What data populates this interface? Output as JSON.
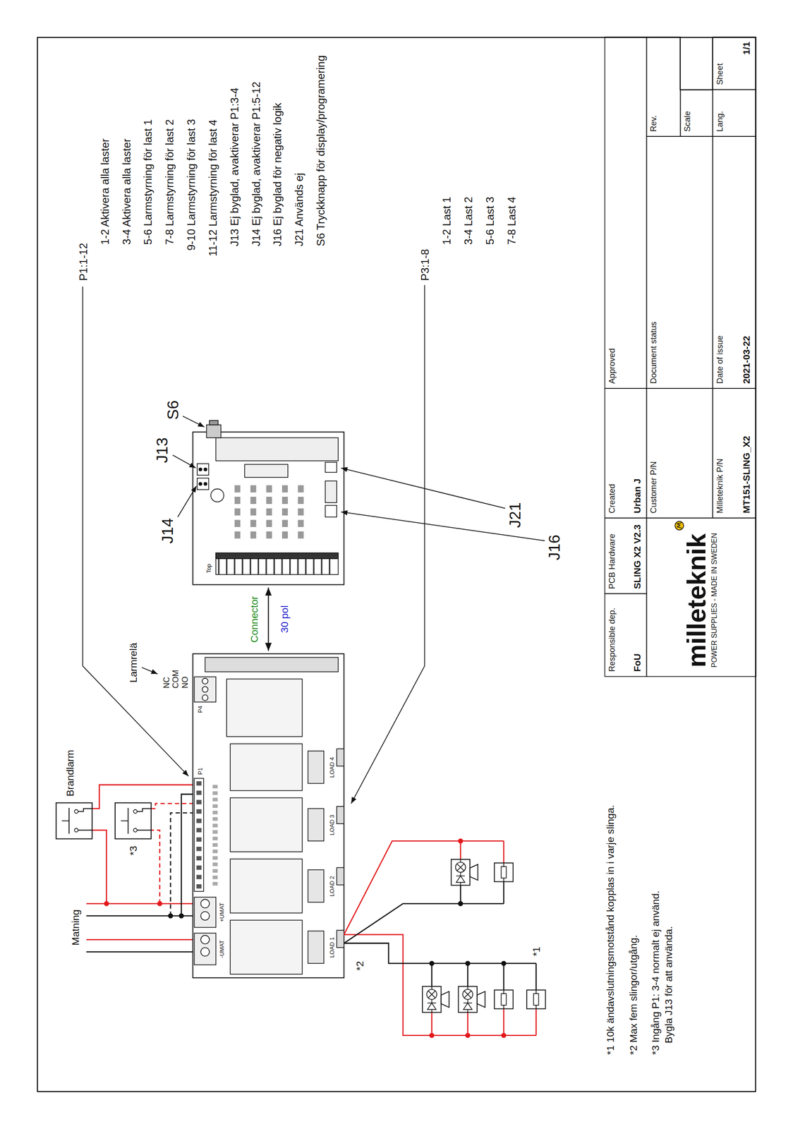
{
  "diagram": {
    "nodes": [
      {
        "text": [
          "Responsible dep.",
          "FoU"
        ]
      },
      {
        "text": [
          "PCB Hardware",
          "SLING X2 V2.3"
        ]
      },
      {
        "text": [
          "Created",
          "Urban J"
        ]
      },
      {
        "text": [
          "Approved"
        ]
      },
      {
        "text": [
          "milleteknik",
          "POWER SUPPLIES - MADE IN SWEDEN"
        ]
      },
      {
        "text": [
          "Customer P/N"
        ]
      },
      {
        "text": [
          "Milleteknik P/N",
          "MT151-SLING_X2"
        ]
      },
      {
        "text": [
          "Document status"
        ]
      },
      {
        "text": [
          "Date of issue",
          "2021-03-22"
        ]
      },
      {
        "text": [
          "Rev."
        ]
      },
      {
        "text": [
          "Scale"
        ]
      },
      {
        "text": [
          "Lang."
        ]
      },
      {
        "text": [
          "Sheet",
          "1/1"
        ]
      }
    ],
    "labels": [
      "P1:1-12",
      "1-2 Aktivera alla laster",
      "3-4 Aktivera alla laster",
      "5-6 Larmstyrning för last 1",
      "7-8 Larmstyrning för last 2",
      "9-10 Larmstyrning för last 3",
      "11-12 Larmstyrning för last 4",
      "J13 Ej byglad, avaktiverar P1:3-4",
      "J14 Ej byglad, avaktiverar P1:5-12",
      "J16 Ej byglad för negativ logik",
      "J21 Används ej",
      "S6 Tryckknapp för display/programering",
      "P3:1-8",
      "1-2 Last 1",
      "3-4 Last 2",
      "5-6 Last 3",
      "7-8 Last 4",
      "S6",
      "J13",
      "J14",
      "J21",
      "J16",
      "Connector",
      "30 pol",
      "Larmrelä",
      "NC",
      "COM",
      "NO",
      "Brandlarm",
      "*3",
      "Matning",
      "*2",
      "*1",
      "*1 10k ändavslutningsmotstånd kopplas in i varje slinga.",
      "*2 Max fem slingor/utgång.",
      "*3 Ingång P1: 3-4 normalt ej använd.",
      "Bygla J13 för att använda.",
      "+UMAT",
      "-UMAT",
      "P1",
      "P4",
      "LOAD 1",
      "LOAD 2",
      "LOAD 3",
      "LOAD 4",
      "Top"
    ]
  }
}
